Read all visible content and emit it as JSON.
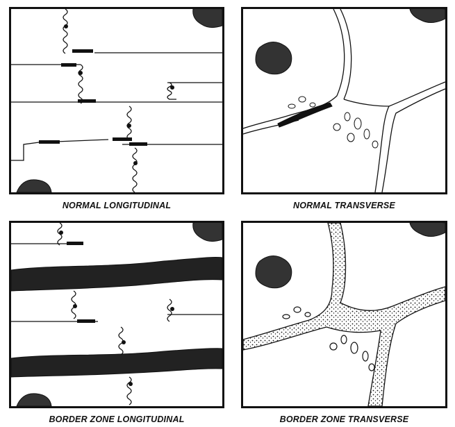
{
  "figure": {
    "panels": [
      {
        "id": "normal-longitudinal",
        "caption": "NORMAL LONGITUDINAL"
      },
      {
        "id": "normal-transverse",
        "caption": "NORMAL TRANSVERSE"
      },
      {
        "id": "border-zone-longitudinal",
        "caption": "BORDER ZONE LONGITUDINAL"
      },
      {
        "id": "border-zone-transverse",
        "caption": "BORDER ZONE TRANSVERSE"
      }
    ]
  },
  "colors": {
    "ink": "#111111",
    "paper": "#ffffff"
  }
}
